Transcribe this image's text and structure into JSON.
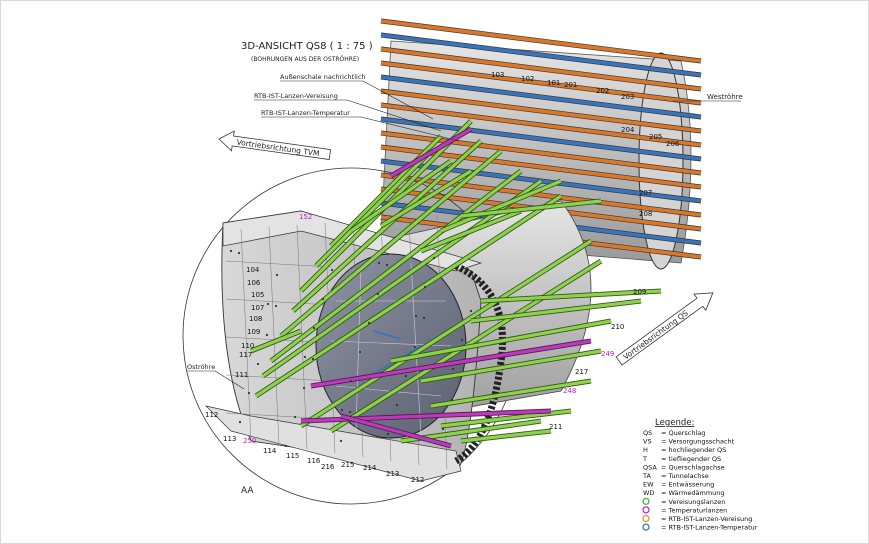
{
  "title": "3D-ANSICHT QS8 ( 1 : 75 )",
  "subtitle": "(BOHRUNGEN AUS DER OSTRÖHRE)",
  "callouts": {
    "aussenschale": "Außenschale nachrichtlich",
    "rtb_vereisung": "RTB-IST-Lanzen-Vereisung",
    "rtb_temperatur": "RTB-IST-Lanzen-Temperatur",
    "westroehre": "Weströhre",
    "ostroehre": "Oströhre",
    "section": "AA"
  },
  "arrows": {
    "vortrieb_tvm": "Vortriebsrichtung TVM",
    "vortrieb_qs": "Vortriebsrichtung QS"
  },
  "labels": {
    "left": [
      "104",
      "106",
      "105",
      "107",
      "108",
      "109",
      "110",
      "117",
      "111",
      "112",
      "113",
      "114",
      "115",
      "116",
      "216",
      "215",
      "214",
      "213",
      "212"
    ],
    "right": [
      "201",
      "202",
      "203",
      "204",
      "205",
      "206",
      "207",
      "208",
      "209",
      "210",
      "217",
      "211"
    ],
    "top": [
      "103",
      "102",
      "101"
    ],
    "magenta": [
      "152",
      "249",
      "248",
      "250"
    ]
  },
  "legend": {
    "title": "Legende:",
    "entries": [
      {
        "key": "QS",
        "text": "= Querschlag"
      },
      {
        "key": "VS",
        "text": "= Versorgungsschacht"
      },
      {
        "key": "H",
        "text": "= hochliegender QS"
      },
      {
        "key": "T",
        "text": "= tiefliegender QS"
      },
      {
        "key": "QSA",
        "text": "= Querschlagachse"
      },
      {
        "key": "TA",
        "text": "= Tunnelachse"
      },
      {
        "key": "EW",
        "text": "= Entwässerung"
      },
      {
        "key": "WD",
        "text": "= Wärmedämmung"
      }
    ],
    "symbols": [
      {
        "text": "= Vereisungslanzen",
        "color": "#3fae2a"
      },
      {
        "text": "= Temperaturlanzen",
        "color": "#c020c0"
      },
      {
        "text": "= RTB-IST-Lanzen-Vereisung",
        "color": "#e8891e"
      },
      {
        "text": "= RTB-IST-Lanzen-Temperatur",
        "color": "#2b6fc0"
      }
    ]
  },
  "colors": {
    "green": "#8fd14f",
    "orange": "#d9782a",
    "blue": "#3a73b8",
    "magenta": "#b83bb8",
    "grey": "#c9c9c9"
  }
}
